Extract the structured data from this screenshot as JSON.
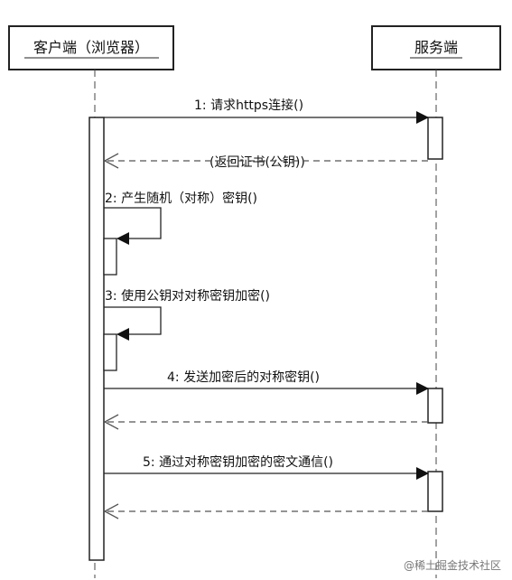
{
  "participants": {
    "client": "客户端（浏览器）",
    "server": "服务端"
  },
  "messages": [
    {
      "text": "1: 请求https连接()"
    },
    {
      "text": "(返回证书(公钥))"
    },
    {
      "text": "2: 产生随机（对称）密钥()"
    },
    {
      "text": "3: 使用公钥对对称密钥加密()"
    },
    {
      "text": "4: 发送加密后的对称密钥()"
    },
    {
      "text": "5: 通过对称密钥加密的密文通信()"
    }
  ],
  "watermark": "@稀土掘金技术社区",
  "colors": {
    "line": "#222222",
    "dash": "#555555",
    "text": "#111111"
  }
}
